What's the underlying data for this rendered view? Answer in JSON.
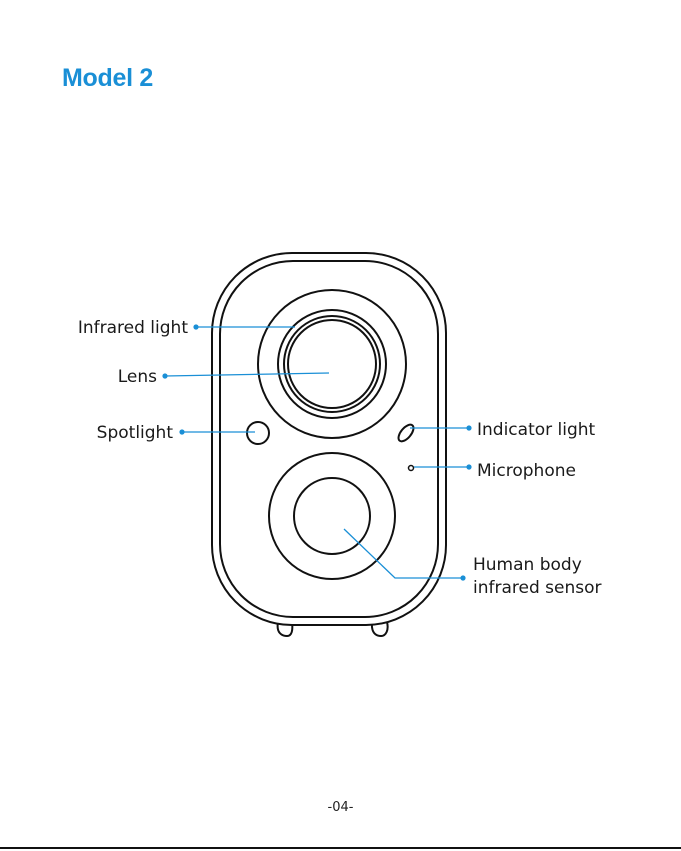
{
  "page": {
    "title": "Model 2",
    "page_number": "-04-",
    "accent_color": "#1a8fd6",
    "line_color": "#111111"
  },
  "diagram": {
    "device": "camera-front-view",
    "labels": {
      "infrared_light": "Infrared light",
      "lens": "Lens",
      "spotlight": "Spotlight",
      "indicator_light": "Indicator light",
      "microphone": "Microphone",
      "pir_sensor_line1": "Human body",
      "pir_sensor_line2": "infrared sensor"
    }
  }
}
